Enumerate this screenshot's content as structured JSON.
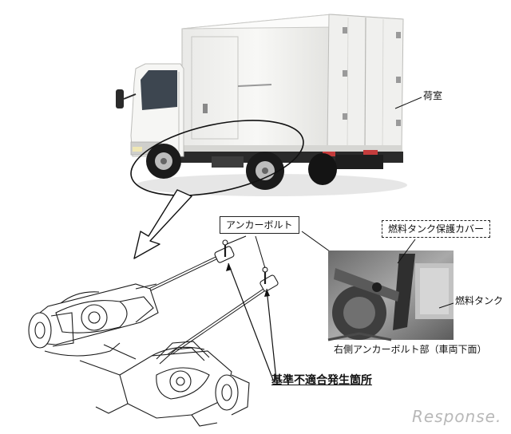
{
  "labels": {
    "cargo_room": "荷室",
    "anchor_bolt": "アンカーボルト",
    "fuel_tank_cover": "燃料タンク保護カバー",
    "fuel_tank": "燃料タンク",
    "right_anchor_caption": "右側アンカーボルト部（車両下面）",
    "nonconformity": "基準不適合発生箇所"
  },
  "watermark": "Response.",
  "colors": {
    "ink": "#111111",
    "truck_body": "#f4f4f2",
    "truck_panel_line": "#c9c9c6",
    "chassis_dark": "#2a2a2a",
    "photo_gray": "#8a8a8a",
    "watermark": "#b8b8b8"
  }
}
